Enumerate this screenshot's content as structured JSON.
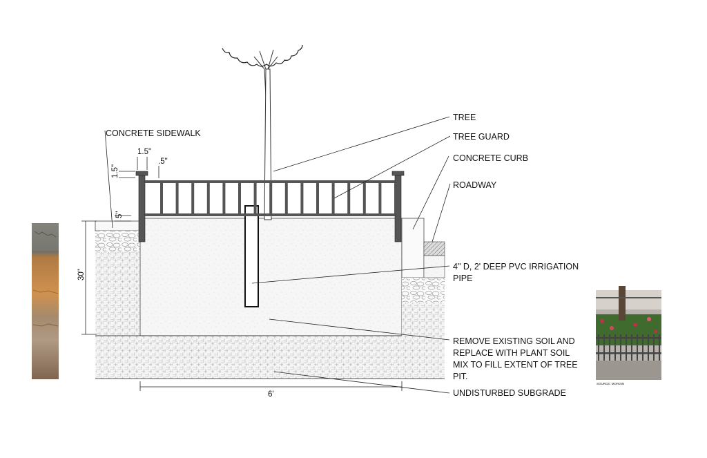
{
  "labels": {
    "tree": "TREE",
    "tree_guard": "TREE GUARD",
    "concrete_sidewalk": "CONCRETE SIDEWALK",
    "concrete_curb": "CONCRETE CURB",
    "roadway": "ROADWAY",
    "irrigation_pipe_line1": "4\" D, 2' DEEP PVC IRRIGATION",
    "irrigation_pipe_line2": "PIPE",
    "remove_soil_line1": "REMOVE EXISTING SOIL AND",
    "remove_soil_line2": "REPLACE WITH PLANT SOIL",
    "remove_soil_line3": "MIX TO FILL EXTENT OF TREE",
    "remove_soil_line4": "PIT.",
    "undisturbed_subgrade": "UNDISTURBED SUBGRADE"
  },
  "dimensions": {
    "post_width": "1.5\"",
    "post_height": "1.5\"",
    "cap": ".5\"",
    "sidewalk_thickness": "5\"",
    "pit_depth": "30\"",
    "pit_width": "6'"
  },
  "photo": {
    "caption": "SOURCE: MORGIN"
  },
  "colors": {
    "ink": "#222222",
    "guard": "#555555",
    "soil_photo_top": "#7a7a72",
    "soil_photo_mid": "#c98a4a",
    "soil_photo_bottom": "#8a7058",
    "plant_green": "#3f6b2e"
  }
}
